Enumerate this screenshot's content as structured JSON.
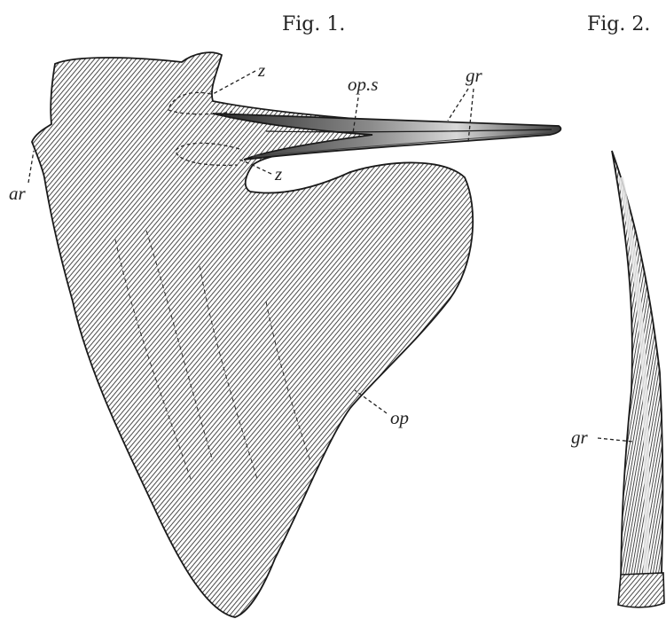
{
  "figures": [
    {
      "caption": "Fig. 1.",
      "labels": {
        "z_upper": "z",
        "z_lower": "z",
        "op_s": "op.s",
        "gr": "gr",
        "ar": "ar",
        "op": "op"
      }
    },
    {
      "caption": "Fig. 2.",
      "labels": {
        "gr": "gr"
      }
    }
  ]
}
